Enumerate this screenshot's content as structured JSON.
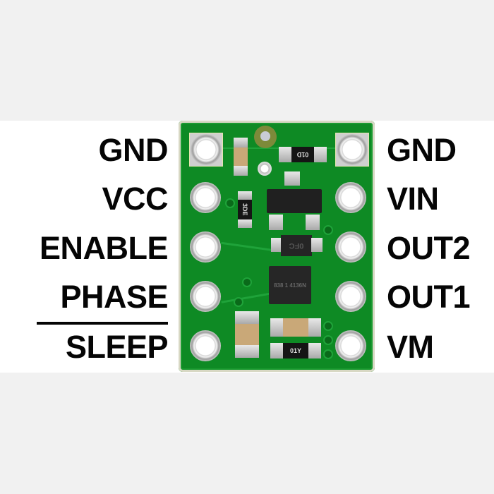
{
  "image": {
    "subject": "DRV8838 style single brushed DC motor driver carrier board with pin labels",
    "background_color": "#f1f1f1",
    "band_color": "#ffffff",
    "pcb_color": "#0e8a24"
  },
  "pins": {
    "left": [
      {
        "label": "GND"
      },
      {
        "label": "VCC"
      },
      {
        "label": "ENABLE"
      },
      {
        "label": "PHASE"
      },
      {
        "label": "SLEEP",
        "overline": true
      }
    ],
    "right": [
      {
        "label": "GND"
      },
      {
        "label": "VIN"
      },
      {
        "label": "OUT2"
      },
      {
        "label": "OUT1"
      },
      {
        "label": "VM"
      }
    ]
  },
  "components": {
    "r_top": "01D",
    "r_left": "3DE",
    "r_bottom": "01Y",
    "diode": "0FC",
    "ic": "838 1 4136N"
  }
}
